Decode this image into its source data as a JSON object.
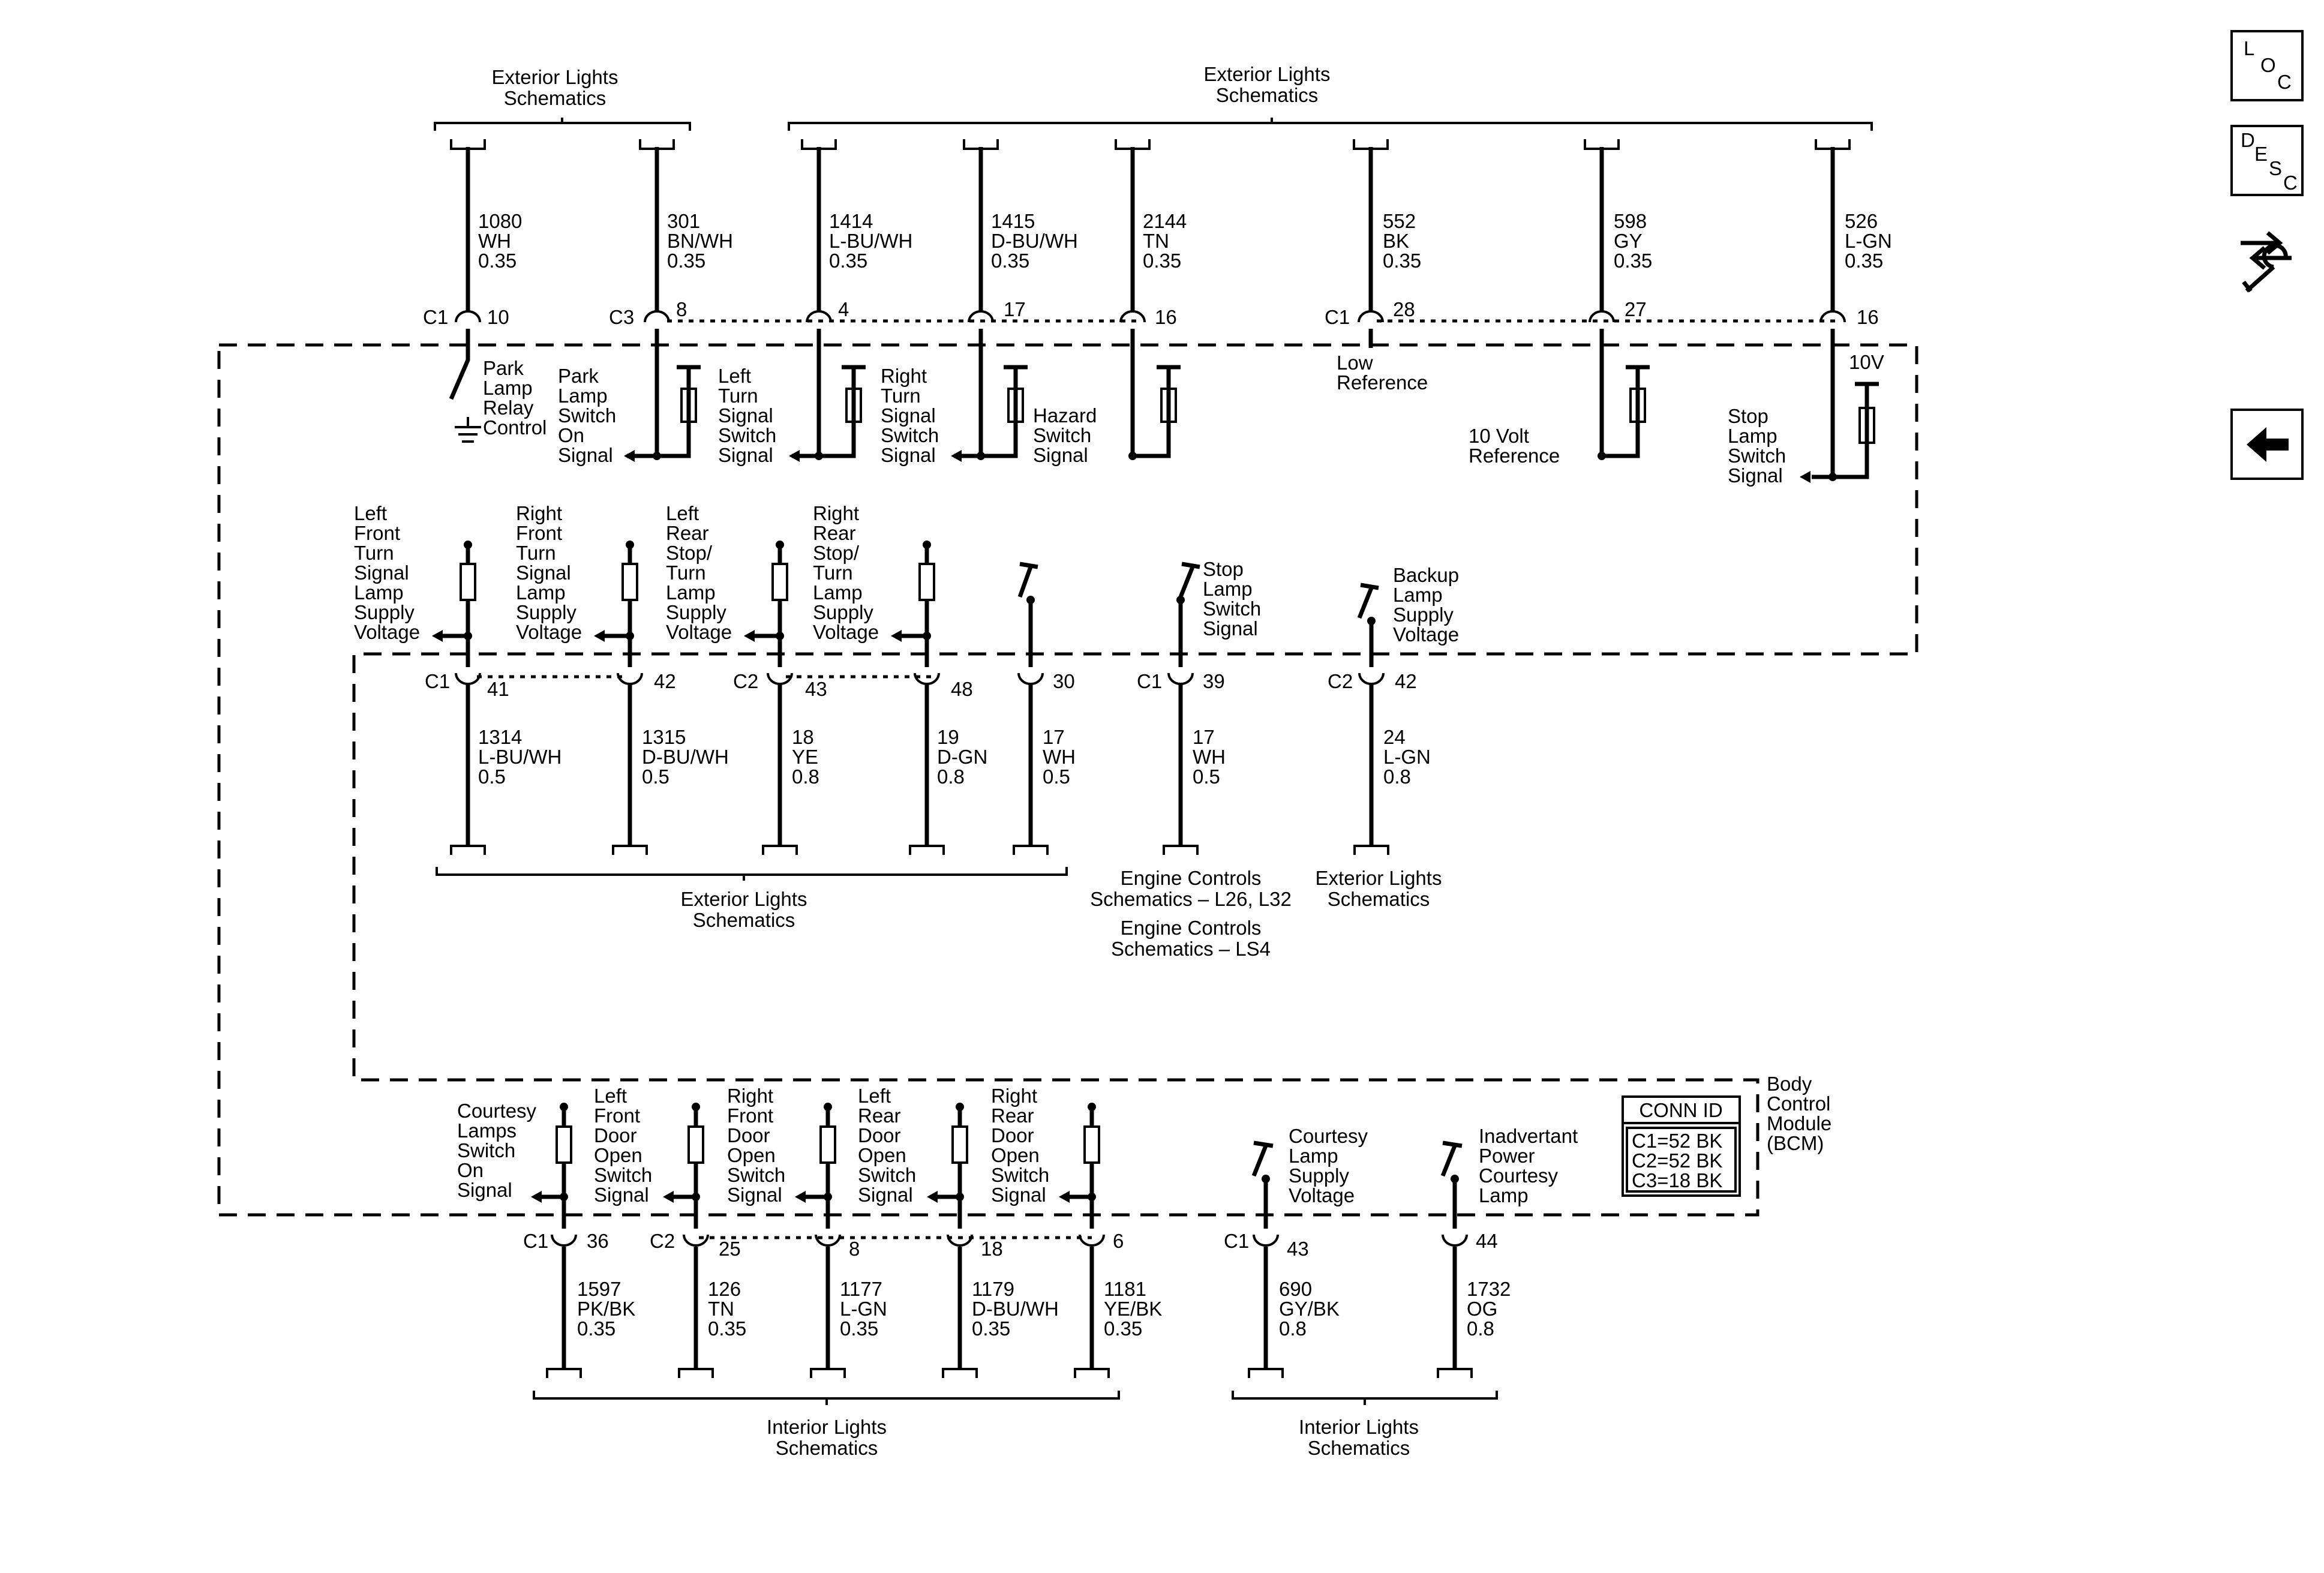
{
  "top_groups": [
    {
      "label": [
        "Exterior Lights",
        "Schematics"
      ]
    },
    {
      "label": [
        "Exterior Lights",
        "Schematics"
      ]
    }
  ],
  "mid_groups": [
    {
      "label": [
        "Exterior Lights",
        "Schematics"
      ]
    },
    {
      "label": [
        "Engine Controls",
        "Schematics – L26, L32",
        "Engine Controls",
        "Schematics – LS4"
      ]
    },
    {
      "label": [
        "Exterior Lights",
        "Schematics"
      ]
    }
  ],
  "bottom_groups": [
    {
      "label": [
        "Interior Lights",
        "Schematics"
      ]
    },
    {
      "label": [
        "Interior Lights",
        "Schematics"
      ]
    }
  ],
  "top_circuits": [
    {
      "conn": "C1",
      "pin": "10",
      "circuit": "1080",
      "color": "WH",
      "gauge": "0.35",
      "func": [
        "Park",
        "Lamp",
        "Relay",
        "Control"
      ]
    },
    {
      "conn": "C3",
      "pin": "8",
      "circuit": "301",
      "color": "BN/WH",
      "gauge": "0.35",
      "func": [
        "Park",
        "Lamp",
        "Switch",
        "On",
        "Signal"
      ]
    },
    {
      "conn": "",
      "pin": "4",
      "circuit": "1414",
      "color": "L-BU/WH",
      "gauge": "0.35",
      "func": [
        "Left",
        "Turn",
        "Signal",
        "Switch",
        "Signal"
      ]
    },
    {
      "conn": "",
      "pin": "17",
      "circuit": "1415",
      "color": "D-BU/WH",
      "gauge": "0.35",
      "func": [
        "Right",
        "Turn",
        "Signal",
        "Switch",
        "Signal"
      ]
    },
    {
      "conn": "",
      "pin": "16",
      "circuit": "2144",
      "color": "TN",
      "gauge": "0.35",
      "func": [
        "Hazard",
        "Switch",
        "Signal"
      ]
    },
    {
      "conn": "C1",
      "pin": "28",
      "circuit": "552",
      "color": "BK",
      "gauge": "0.35",
      "func": [
        "Low",
        "Reference"
      ]
    },
    {
      "conn": "",
      "pin": "27",
      "circuit": "598",
      "color": "GY",
      "gauge": "0.35",
      "func": [
        "10 Volt",
        "Reference"
      ]
    },
    {
      "conn": "",
      "pin": "16",
      "circuit": "526",
      "color": "L-GN",
      "gauge": "0.35",
      "func": [
        "Stop",
        "Lamp",
        "Switch",
        "Signal"
      ]
    }
  ],
  "ten_v": "10V",
  "mid_circuits": [
    {
      "conn": "C1",
      "pin": "41",
      "circuit": "1314",
      "color": "L-BU/WH",
      "gauge": "0.5",
      "func": [
        "Left",
        "Front",
        "Turn",
        "Signal",
        "Lamp",
        "Supply",
        "Voltage"
      ]
    },
    {
      "conn": "",
      "pin": "42",
      "circuit": "1315",
      "color": "D-BU/WH",
      "gauge": "0.5",
      "func": [
        "Right",
        "Front",
        "Turn",
        "Signal",
        "Lamp",
        "Supply",
        "Voltage"
      ]
    },
    {
      "conn": "C2",
      "pin": "43",
      "circuit": "18",
      "color": "YE",
      "gauge": "0.8",
      "func": [
        "Left",
        "Rear",
        "Stop/",
        "Turn",
        "Lamp",
        "Supply",
        "Voltage"
      ]
    },
    {
      "conn": "",
      "pin": "48",
      "circuit": "19",
      "color": "D-GN",
      "gauge": "0.8",
      "func": [
        "Right",
        "Rear",
        "Stop/",
        "Turn",
        "Lamp",
        "Supply",
        "Voltage"
      ]
    },
    {
      "conn": "",
      "pin": "30",
      "circuit": "17",
      "color": "WH",
      "gauge": "0.5",
      "func": []
    },
    {
      "conn": "C1",
      "pin": "39",
      "circuit": "17",
      "color": "WH",
      "gauge": "0.5",
      "func": [
        "Stop",
        "Lamp",
        "Switch",
        "Signal"
      ]
    },
    {
      "conn": "C2",
      "pin": "42",
      "circuit": "24",
      "color": "L-GN",
      "gauge": "0.8",
      "func": [
        "Backup",
        "Lamp",
        "Supply",
        "Voltage"
      ]
    }
  ],
  "bottom_circuits": [
    {
      "conn": "C1",
      "pin": "36",
      "circuit": "1597",
      "color": "PK/BK",
      "gauge": "0.35",
      "func": [
        "Courtesy",
        "Lamps",
        "Switch",
        "On",
        "Signal"
      ]
    },
    {
      "conn": "C2",
      "pin": "25",
      "circuit": "126",
      "color": "TN",
      "gauge": "0.35",
      "func": [
        "Left",
        "Front",
        "Door",
        "Open",
        "Switch",
        "Signal"
      ]
    },
    {
      "conn": "",
      "pin": "8",
      "circuit": "1177",
      "color": "L-GN",
      "gauge": "0.35",
      "func": [
        "Right",
        "Front",
        "Door",
        "Open",
        "Switch",
        "Signal"
      ]
    },
    {
      "conn": "",
      "pin": "18",
      "circuit": "1179",
      "color": "D-BU/WH",
      "gauge": "0.35",
      "func": [
        "Left",
        "Rear",
        "Door",
        "Open",
        "Switch",
        "Signal"
      ]
    },
    {
      "conn": "",
      "pin": "6",
      "circuit": "1181",
      "color": "YE/BK",
      "gauge": "0.35",
      "func": [
        "Right",
        "Rear",
        "Door",
        "Open",
        "Switch",
        "Signal"
      ]
    },
    {
      "conn": "C1",
      "pin": "43",
      "circuit": "690",
      "color": "GY/BK",
      "gauge": "0.8",
      "func": [
        "Courtesy",
        "Lamp",
        "Supply",
        "Voltage"
      ]
    },
    {
      "conn": "",
      "pin": "44",
      "circuit": "1732",
      "color": "OG",
      "gauge": "0.8",
      "func": [
        "Inadvertant",
        "Power",
        "Courtesy",
        "Lamp"
      ]
    }
  ],
  "module": {
    "label": [
      "Body",
      "Control",
      "Module",
      "(BCM)"
    ]
  },
  "conn_id": {
    "title": "CONN ID",
    "rows": [
      "C1=52 BK",
      "C2=52 BK",
      "C3=18 BK"
    ]
  },
  "side_icons": {
    "loc": [
      "L",
      "O",
      "C"
    ],
    "desc": [
      "D",
      "E",
      "S",
      "C"
    ],
    "tools_icon": "wrench-arrows-icon",
    "back_icon": "left-arrow-icon"
  }
}
